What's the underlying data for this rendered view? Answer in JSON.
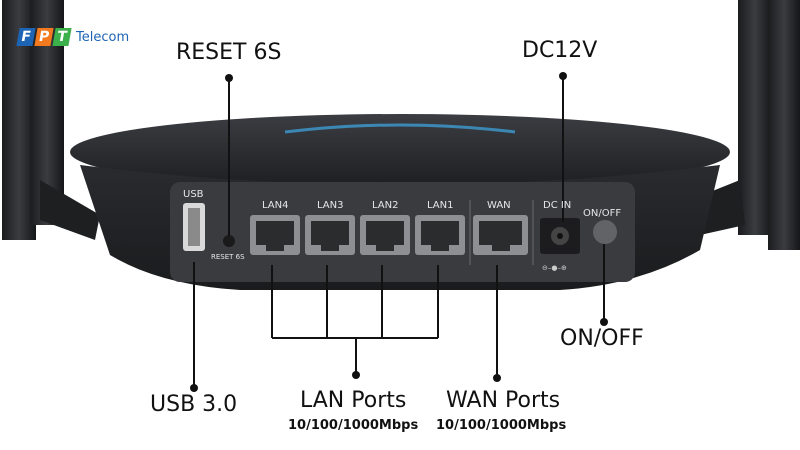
{
  "logo": {
    "letters": [
      "F",
      "P",
      "T"
    ],
    "letter_colors": [
      "#1e64b4",
      "#f47a20",
      "#3cb04a"
    ],
    "brand": "Telecom"
  },
  "callouts": {
    "reset": "RESET 6S",
    "dc": "DC12V",
    "onoff": "ON/OFF",
    "usb": "USB 3.0",
    "lan": "LAN Ports",
    "lan_speed": "10/100/1000Mbps",
    "wan": "WAN Ports",
    "wan_speed": "10/100/1000Mbps"
  },
  "panel": {
    "usb": "USB",
    "reset": "RESET 6S",
    "lan4": "LAN4",
    "lan3": "LAN3",
    "lan2": "LAN2",
    "lan1": "LAN1",
    "wan": "WAN",
    "dcin": "DC IN",
    "onoff": "ON/OFF"
  },
  "colors": {
    "device": "#2a2b2e",
    "panel": "#3a3b3f",
    "accent": "#1e64b4"
  }
}
